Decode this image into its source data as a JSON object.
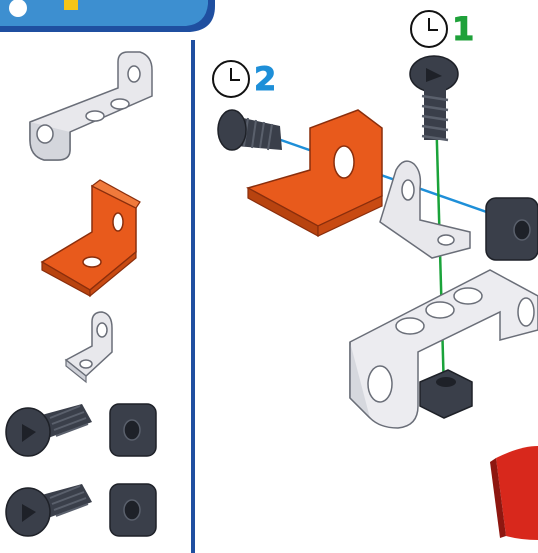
{
  "steps": [
    {
      "number": "1",
      "color": "#1fa13a",
      "icon": "clock-icon"
    },
    {
      "number": "2",
      "color": "#1e8fd8",
      "icon": "clock-icon"
    }
  ],
  "colors": {
    "accent_blue": "#1f4fa0",
    "orange_part": "#e85a1c",
    "silver_part": "#e8e8ec",
    "dark_hardware": "#3a3f4a",
    "guide_green": "#1aa33a",
    "guide_blue": "#1e8fd8",
    "page_flag_red": "#d8281c"
  },
  "parts_list": [
    {
      "name": "u-bracket",
      "color": "silver"
    },
    {
      "name": "angle-bracket-large",
      "color": "orange"
    },
    {
      "name": "angle-bracket-small",
      "color": "silver"
    },
    {
      "name": "screw",
      "color": "dark"
    },
    {
      "name": "square-nut",
      "color": "dark"
    },
    {
      "name": "screw",
      "color": "dark"
    },
    {
      "name": "square-nut",
      "color": "dark"
    }
  ]
}
